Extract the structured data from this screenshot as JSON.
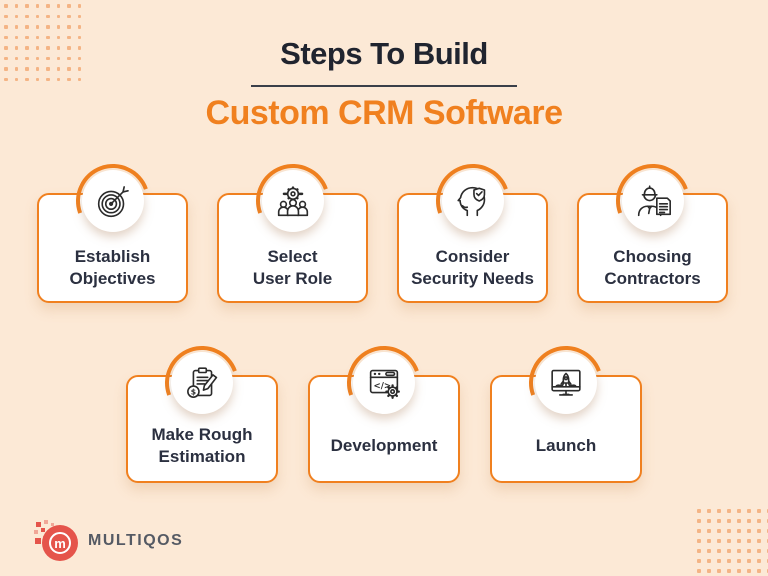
{
  "title": {
    "line1": "Steps To Build",
    "line2": "Custom CRM Software"
  },
  "cards": [
    {
      "icon": "target-icon",
      "lines": [
        "Establish",
        "Objectives"
      ]
    },
    {
      "icon": "user-role-icon",
      "lines": [
        "Select",
        "User Role"
      ]
    },
    {
      "icon": "security-icon",
      "lines": [
        "Consider",
        "Security Needs"
      ]
    },
    {
      "icon": "contractor-icon",
      "lines": [
        "Choosing",
        "Contractors"
      ]
    },
    {
      "icon": "estimation-icon",
      "lines": [
        "Make Rough",
        "Estimation"
      ]
    },
    {
      "icon": "development-icon",
      "lines": [
        "Development"
      ]
    },
    {
      "icon": "launch-icon",
      "lines": [
        "Launch"
      ]
    }
  ],
  "logo": {
    "text": "MULTIQOS",
    "mark_letter": "m"
  },
  "colors": {
    "background": "#fce9d6",
    "accent_orange": "#f0801f",
    "title_dark": "#20242f",
    "card_text": "#2b3040",
    "logo_red": "#e5544b",
    "dot_orange": "#f2a269"
  },
  "decor": {
    "top_left_dots": {
      "rows": 8,
      "cols": 8,
      "step": 10.5
    },
    "bottom_right_dots": {
      "rows": 7,
      "cols": 8,
      "step": 10
    }
  }
}
